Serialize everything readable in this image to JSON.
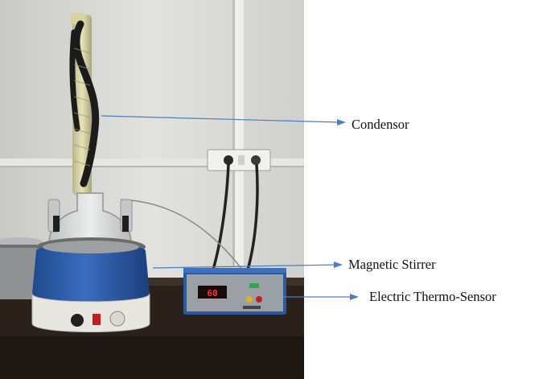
{
  "labels": {
    "condensor": "Condensor",
    "magnetic_stirrer": "Magnetic Stirrer",
    "electric_thermo_sensor": "Electric Thermo-Sensor"
  },
  "display": {
    "readout": "60"
  },
  "colors": {
    "arrow": "#4a7fc0",
    "stirrer_body": "#2f5fae",
    "wall": "#d9d9d6",
    "bench": "#2a211b",
    "controller": "#2b5aa0",
    "readout": "#ff3030"
  }
}
